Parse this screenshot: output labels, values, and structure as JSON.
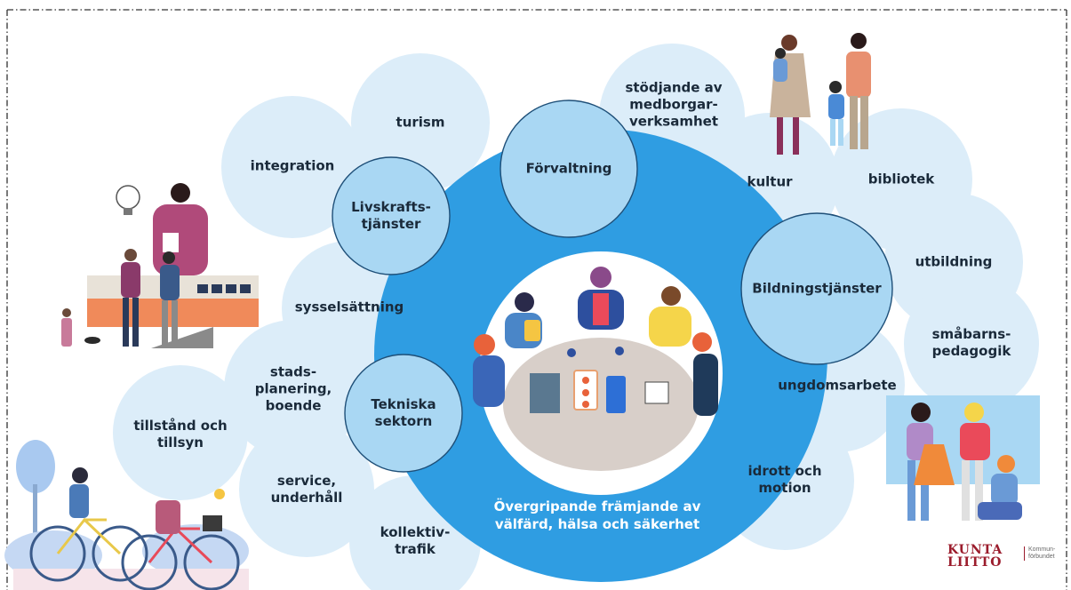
{
  "center": {
    "label": "Övergripande främjande av\nvälfärd, hälsa och säkerhet"
  },
  "sectors": [
    {
      "id": "livskraft",
      "label": "Livskrafts-\ntjänster"
    },
    {
      "id": "forvaltning",
      "label": "Förvaltning"
    },
    {
      "id": "bildning",
      "label": "Bildningstjänster"
    },
    {
      "id": "tekniska",
      "label": "Tekniska\nsektorn"
    }
  ],
  "services": [
    {
      "id": "turism",
      "label": "turism"
    },
    {
      "id": "integration",
      "label": "integration"
    },
    {
      "id": "sysselsattning",
      "label": "sysselsättning"
    },
    {
      "id": "stodjande",
      "label": "stödjande av\nmedborgar-\nverksamhet"
    },
    {
      "id": "kultur",
      "label": "kultur"
    },
    {
      "id": "bibliotek",
      "label": "bibliotek"
    },
    {
      "id": "utbildning",
      "label": "utbildning"
    },
    {
      "id": "smabarns",
      "label": "småbarns-\npedagogik"
    },
    {
      "id": "ungdomsarbete",
      "label": "ungdomsarbete"
    },
    {
      "id": "idrott",
      "label": "idrott och\nmotion"
    },
    {
      "id": "stadsplanering",
      "label": "stads-\nplanering,\nboende"
    },
    {
      "id": "tillstand",
      "label": "tillstånd och\ntillsyn"
    },
    {
      "id": "service",
      "label": "service,\nunderhåll"
    },
    {
      "id": "kollektivtrafik",
      "label": "kollektiv-\ntrafik"
    }
  ],
  "logo": {
    "word_top": "KUNTA",
    "word_bottom": "LIITTO",
    "subtitle": "Kommun-\nförbundet"
  },
  "colors": {
    "main_circle": "#2f9de2",
    "sector_fill": "#a9d7f3",
    "sector_stroke": "#1e4f78",
    "service_fill": "#dcedf9",
    "frame_line": "#333333"
  }
}
